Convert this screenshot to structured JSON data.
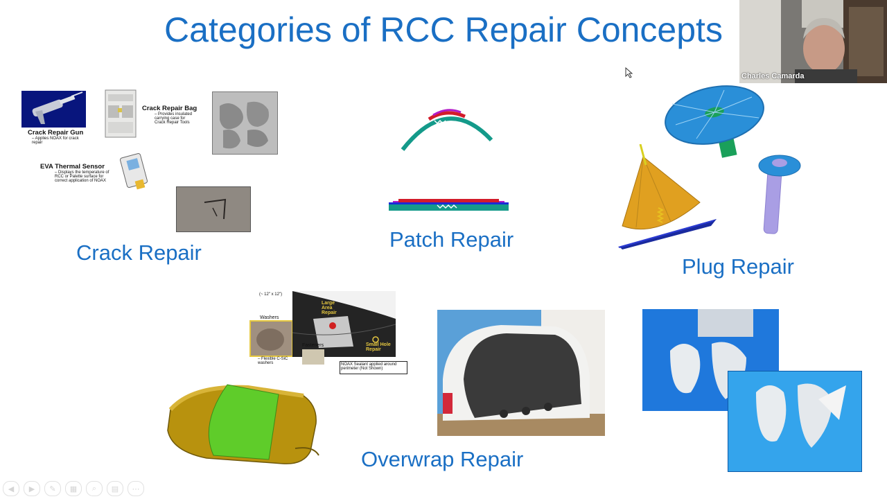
{
  "slide": {
    "title": "Categories of RCC Repair Concepts",
    "sections": {
      "crack": "Crack Repair",
      "patch": "Patch Repair",
      "plug": "Plug Repair",
      "overwrap": "Overwrap Repair"
    },
    "crack_items": {
      "gun_title": "Crack Repair Gun",
      "gun_desc": "– Applies NOAX for crack repair",
      "bag_title": "Crack Repair Bag",
      "bag_desc": "– Provides insulated carrying case for Crack Repair Tools",
      "sensor_title": "EVA  Thermal Sensor",
      "sensor_desc": "– Displays the temperature of RCC or Palette surface for correct application of NOAX"
    },
    "overwrap_items": {
      "size": "(~ 12\" x 12\")",
      "washers": "Washers",
      "flexible": "– Flexible C-SiC washers",
      "fasteners": "Fasteners",
      "large_area": "Large Area Repair",
      "small_hole": "Small Hole Repair",
      "noax_note": "NOAX Sealant applied around perimeter (Not Shown)"
    }
  },
  "video": {
    "participant_name": "Charles Camarda"
  },
  "toolbar": {
    "buttons": [
      "prev-icon",
      "next-icon",
      "pen-icon",
      "slides-icon",
      "zoom-icon",
      "subtitle-icon",
      "more-icon"
    ]
  }
}
